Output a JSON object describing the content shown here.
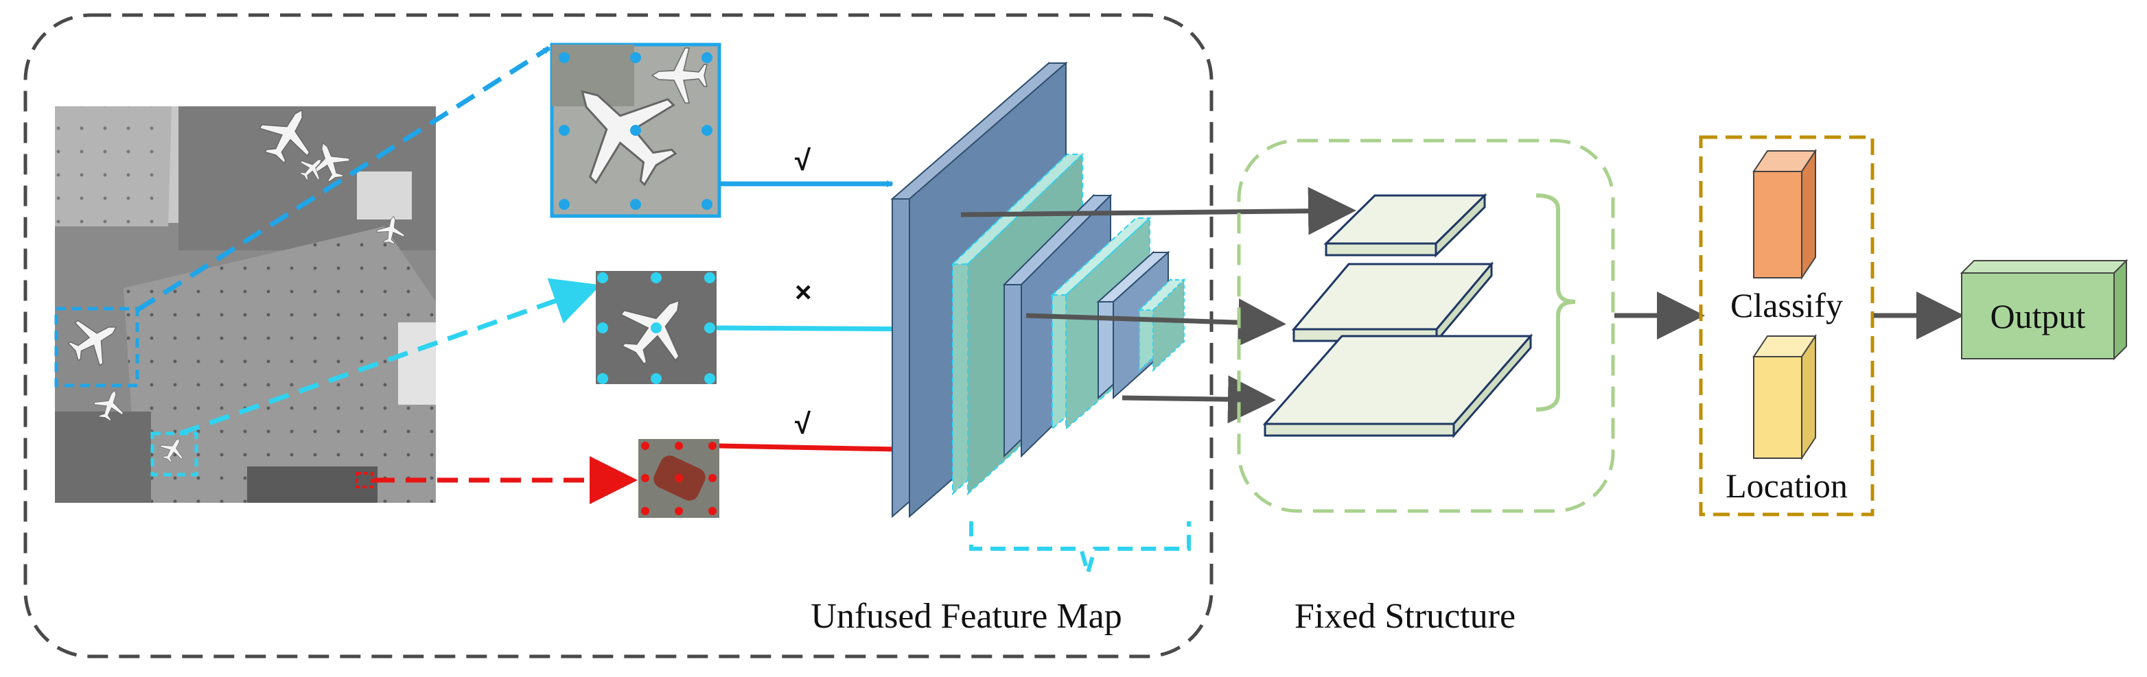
{
  "labels": {
    "unfused_feature_map": "Unfused Feature Map",
    "fixed_structure": "Fixed Structure",
    "classify": "Classify",
    "location": "Location",
    "output": "Output"
  },
  "marks": {
    "top": "√",
    "middle": "×",
    "bottom": "√"
  },
  "colors": {
    "blue_arrow": "#1fa5e8",
    "cyan_arrow": "#2fd3f0",
    "red_arrow": "#e81414",
    "gray_arrow": "#555555",
    "dark_dash": "#4a4a4a",
    "green_dash": "#a9d18e",
    "gold_dash": "#bf8f00",
    "feature_blue": "#7f9dc1",
    "feature_teal": "#8fcbbc",
    "layer_fill": "#eef3e6",
    "layer_edge": "#1f3864",
    "classify_fill": "#f4a26b",
    "location_fill": "#fbe08a",
    "output_fill": "#a9d59a"
  },
  "icons": {
    "aerial_image": "aerial-airport-image-icon",
    "crop_large": "airplane-crop-icon",
    "crop_small": "small-airplane-crop-icon",
    "crop_car": "car-crop-icon"
  }
}
